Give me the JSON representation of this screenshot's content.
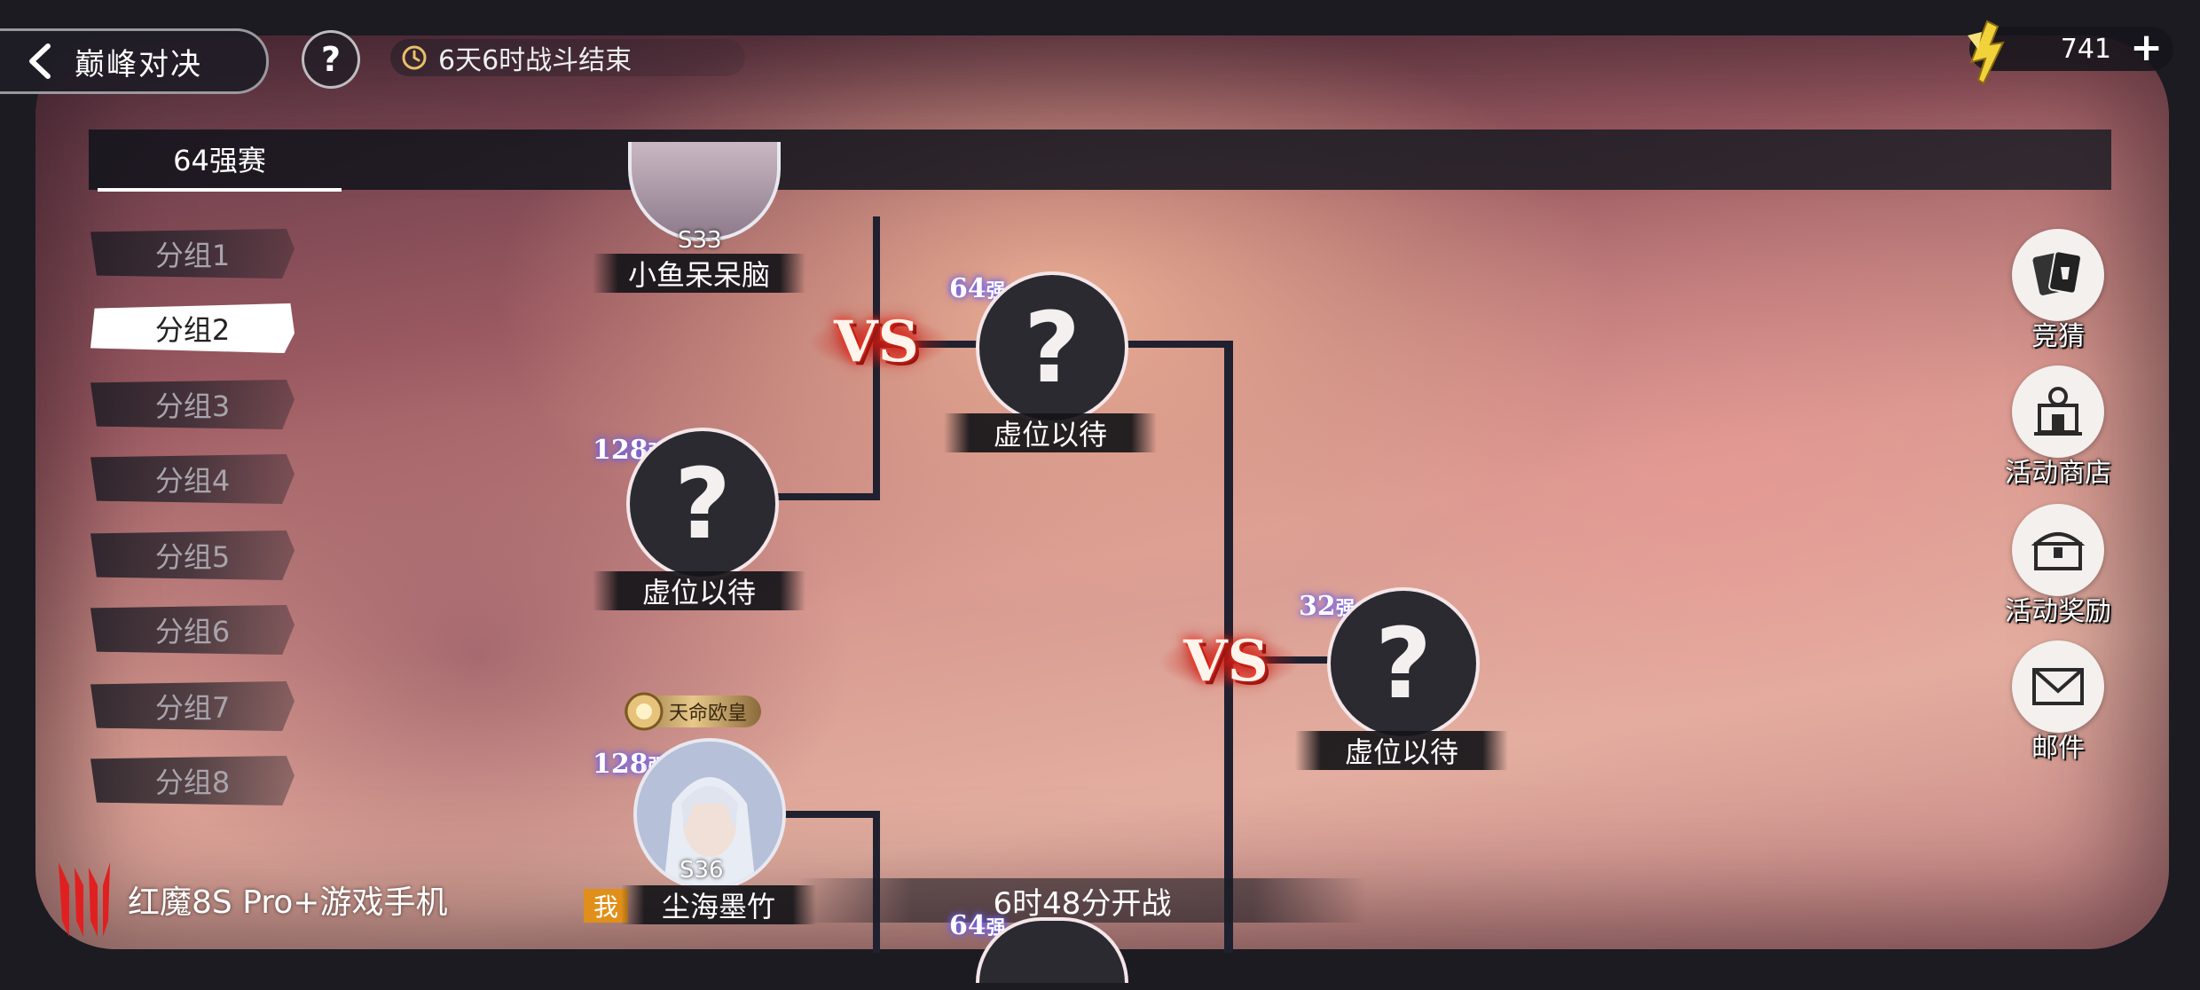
{
  "header": {
    "title": "巅峰对决",
    "help_label": "?",
    "timer_text": "6天6时战斗结束"
  },
  "currency": {
    "amount": "741",
    "plus_label": "+"
  },
  "tabs": [
    {
      "label": "64强赛"
    }
  ],
  "groups": [
    {
      "label": "分组1"
    },
    {
      "label": "分组2"
    },
    {
      "label": "分组3"
    },
    {
      "label": "分组4"
    },
    {
      "label": "分组5"
    },
    {
      "label": "分组6"
    },
    {
      "label": "分组7"
    },
    {
      "label": "分组8"
    }
  ],
  "bracket": {
    "vs_label": "VS",
    "placeholder_mark": "?",
    "player_top": {
      "season": "S33",
      "name": "小鱼呆呆脑"
    },
    "node_128a": {
      "rank_num": "128",
      "rank_suffix": "强",
      "name": "虚位以待"
    },
    "node_64a": {
      "rank_num": "64",
      "rank_suffix": "强",
      "name": "虚位以待"
    },
    "node_32": {
      "rank_num": "32",
      "rank_suffix": "强",
      "name": "虚位以待"
    },
    "player_me": {
      "rank_num": "128",
      "rank_suffix": "强",
      "title": "天命欧皇",
      "season": "S36",
      "me_tag": "我",
      "name": "尘海墨竹"
    },
    "node_64b": {
      "rank_num": "64",
      "rank_suffix": "强"
    },
    "countdown": "6时48分开战"
  },
  "side_menu": [
    {
      "label": "竞猜",
      "icon": "cards-icon"
    },
    {
      "label": "活动商店",
      "icon": "shop-icon"
    },
    {
      "label": "活动奖励",
      "icon": "chest-icon"
    },
    {
      "label": "邮件",
      "icon": "mail-icon"
    }
  ],
  "watermark": {
    "text": "红魔8S Pro+游戏手机"
  },
  "colors": {
    "bracket_line": "#1f2130",
    "active_group": "#ffffff",
    "me_tag": "#e0901a"
  }
}
